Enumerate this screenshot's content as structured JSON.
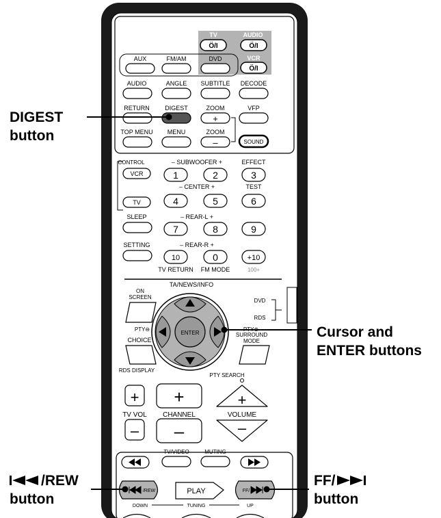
{
  "remote": {
    "power": {
      "tv": "TV",
      "audio": "AUDIO",
      "vcr": "VCR",
      "symbol": "Ö/I"
    },
    "sources": [
      "AUX",
      "FM/AM",
      "DVD"
    ],
    "row_labels_1": [
      "AUDIO",
      "ANGLE",
      "SUBTITLE",
      "DECODE"
    ],
    "row_labels_2": [
      "RETURN",
      "DIGEST",
      "ZOOM",
      "VFP"
    ],
    "zoom_plus": "+",
    "row_labels_3": [
      "TOP MENU",
      "MENU",
      "ZOOM"
    ],
    "zoom_minus": "–",
    "sound": "SOUND",
    "control": "CONTROL",
    "vcr_btn": "VCR",
    "tv_btn": "TV",
    "subwoofer": "– SUBWOOFER +",
    "effect": "EFFECT",
    "center": "–    CENTER    +",
    "test": "TEST",
    "sleep": "SLEEP",
    "rear_l": "–      REAR-L     +",
    "setting": "SETTING",
    "rear_r": "–      REAR-R     +",
    "digits": [
      "1",
      "2",
      "3",
      "4",
      "5",
      "6",
      "7",
      "8",
      "9",
      "10",
      "0",
      "+10"
    ],
    "tv_return": "TV RETURN",
    "fm_mode": "FM MODE",
    "hundred_plus": "100+",
    "ta_news_info": "TA/NEWS/INFO",
    "on_screen": [
      "ON",
      "SCREEN"
    ],
    "dvd_switch": "DVD",
    "rds_switch": "RDS",
    "pty_minus": "PTY⊖",
    "pty_plus": "PTY⊕",
    "enter": "ENTER",
    "choice": "CHOICE",
    "surround_mode": [
      "SURROUND",
      "MODE"
    ],
    "rds_display": "RDS DISPLAY",
    "pty_search": "PTY SEARCH",
    "plus": "+",
    "minus": "–",
    "tv_vol": "TV VOL",
    "channel": "CHANNEL",
    "volume": "VOLUME",
    "tv_video": "TV/VIDEO",
    "muting": "MUTING",
    "rew_btn": "/REW",
    "ff_btn": "FF/",
    "play": "PLAY",
    "down": "DOWN",
    "tuning": "TUNING",
    "up": "UP"
  },
  "callouts": {
    "digest": [
      "DIGEST",
      "button"
    ],
    "cursor": [
      "Cursor and",
      "ENTER buttons"
    ],
    "rew": [
      "/REW",
      "button"
    ],
    "ff": [
      "FF/",
      "button"
    ]
  },
  "colors": {
    "body": "#1a1a1a",
    "panel": "#ffffff",
    "gray": "#b3b3b3",
    "dark_gray": "#555555"
  }
}
